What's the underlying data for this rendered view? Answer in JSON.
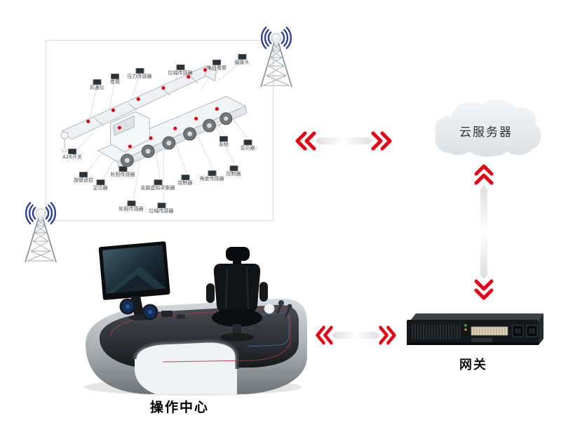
{
  "nodes": {
    "cloud_server": {
      "label": "云服务器"
    },
    "gateway": {
      "label": "网关"
    },
    "operation_center": {
      "label": "操作中心"
    }
  },
  "truck_panel": {
    "sensors": [
      {
        "label": "风速仪"
      },
      {
        "label": "卷筒"
      },
      {
        "label": "压力传感器"
      },
      {
        "label": "拉绳传感器"
      },
      {
        "label": "电线卷筒"
      },
      {
        "label": "摄像头"
      },
      {
        "label": "A26开关"
      },
      {
        "label": "按键遥控"
      },
      {
        "label": "显示器"
      },
      {
        "label": "轮毂传感器"
      },
      {
        "label": "支腿虚拟平衡器"
      },
      {
        "label": "控制器"
      },
      {
        "label": "角度传感器"
      },
      {
        "label": "控制器"
      },
      {
        "label": "系统"
      },
      {
        "label": "显示器"
      },
      {
        "label": "轮毂传感器"
      },
      {
        "label": "拉绳传感器"
      }
    ]
  },
  "colors": {
    "accent_red": "#e60012",
    "wifi_blue": "#2e3f94",
    "panel_border": "#d9dadb"
  }
}
